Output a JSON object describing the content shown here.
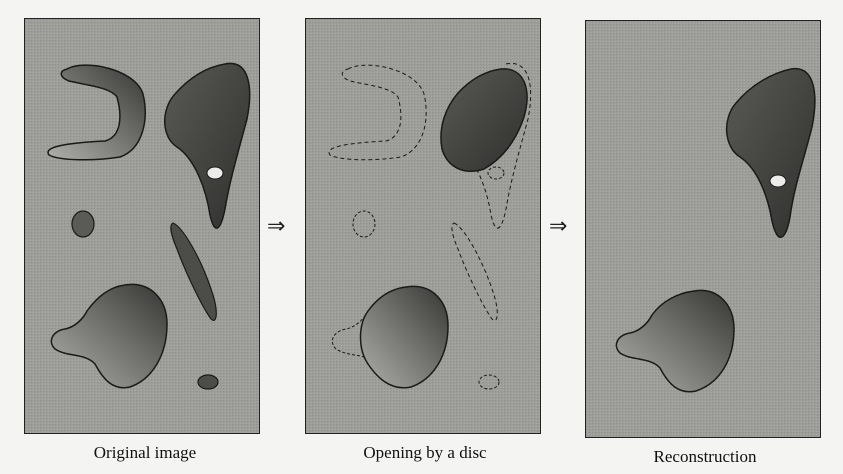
{
  "captions": {
    "original": "Original image",
    "opening": "Opening by a disc",
    "reconstruction": "Reconstruction"
  },
  "arrows": {
    "first": "⇒",
    "second": "⇒"
  },
  "colors": {
    "background": "#9c9c98",
    "blob_light": "#a9a9a4",
    "blob_dark": "#3e3e3c",
    "outline": "#1a1a1a",
    "hole": "#ececea"
  }
}
